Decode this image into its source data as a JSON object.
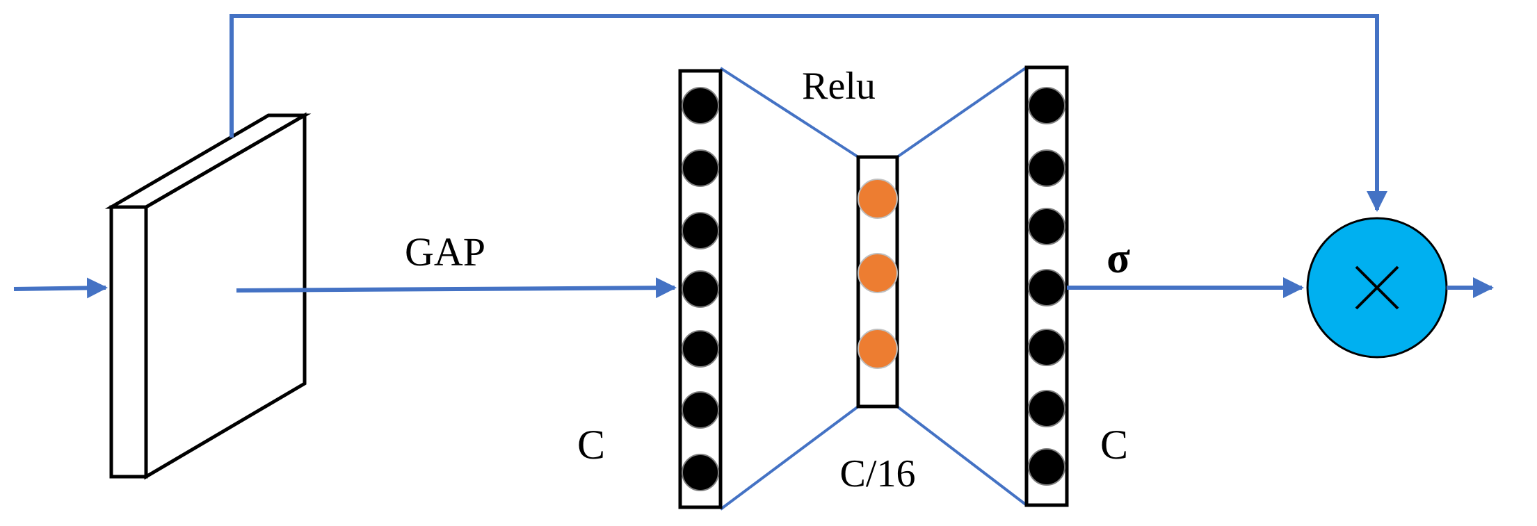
{
  "labels": {
    "relu": "Relu",
    "gap": "GAP",
    "sigma": "σ",
    "c_left": "C",
    "c_middle": "C/16",
    "c_right": "C",
    "multiply_symbol": "×"
  },
  "colors": {
    "connector": "#4472C4",
    "channel_node": "#000000",
    "bottleneck_node": "#ED7D31",
    "multiply_fill": "#00B0F0",
    "outline": "#000000"
  },
  "layers": {
    "input_nodes": 7,
    "bottleneck_nodes": 3,
    "output_nodes": 7
  }
}
